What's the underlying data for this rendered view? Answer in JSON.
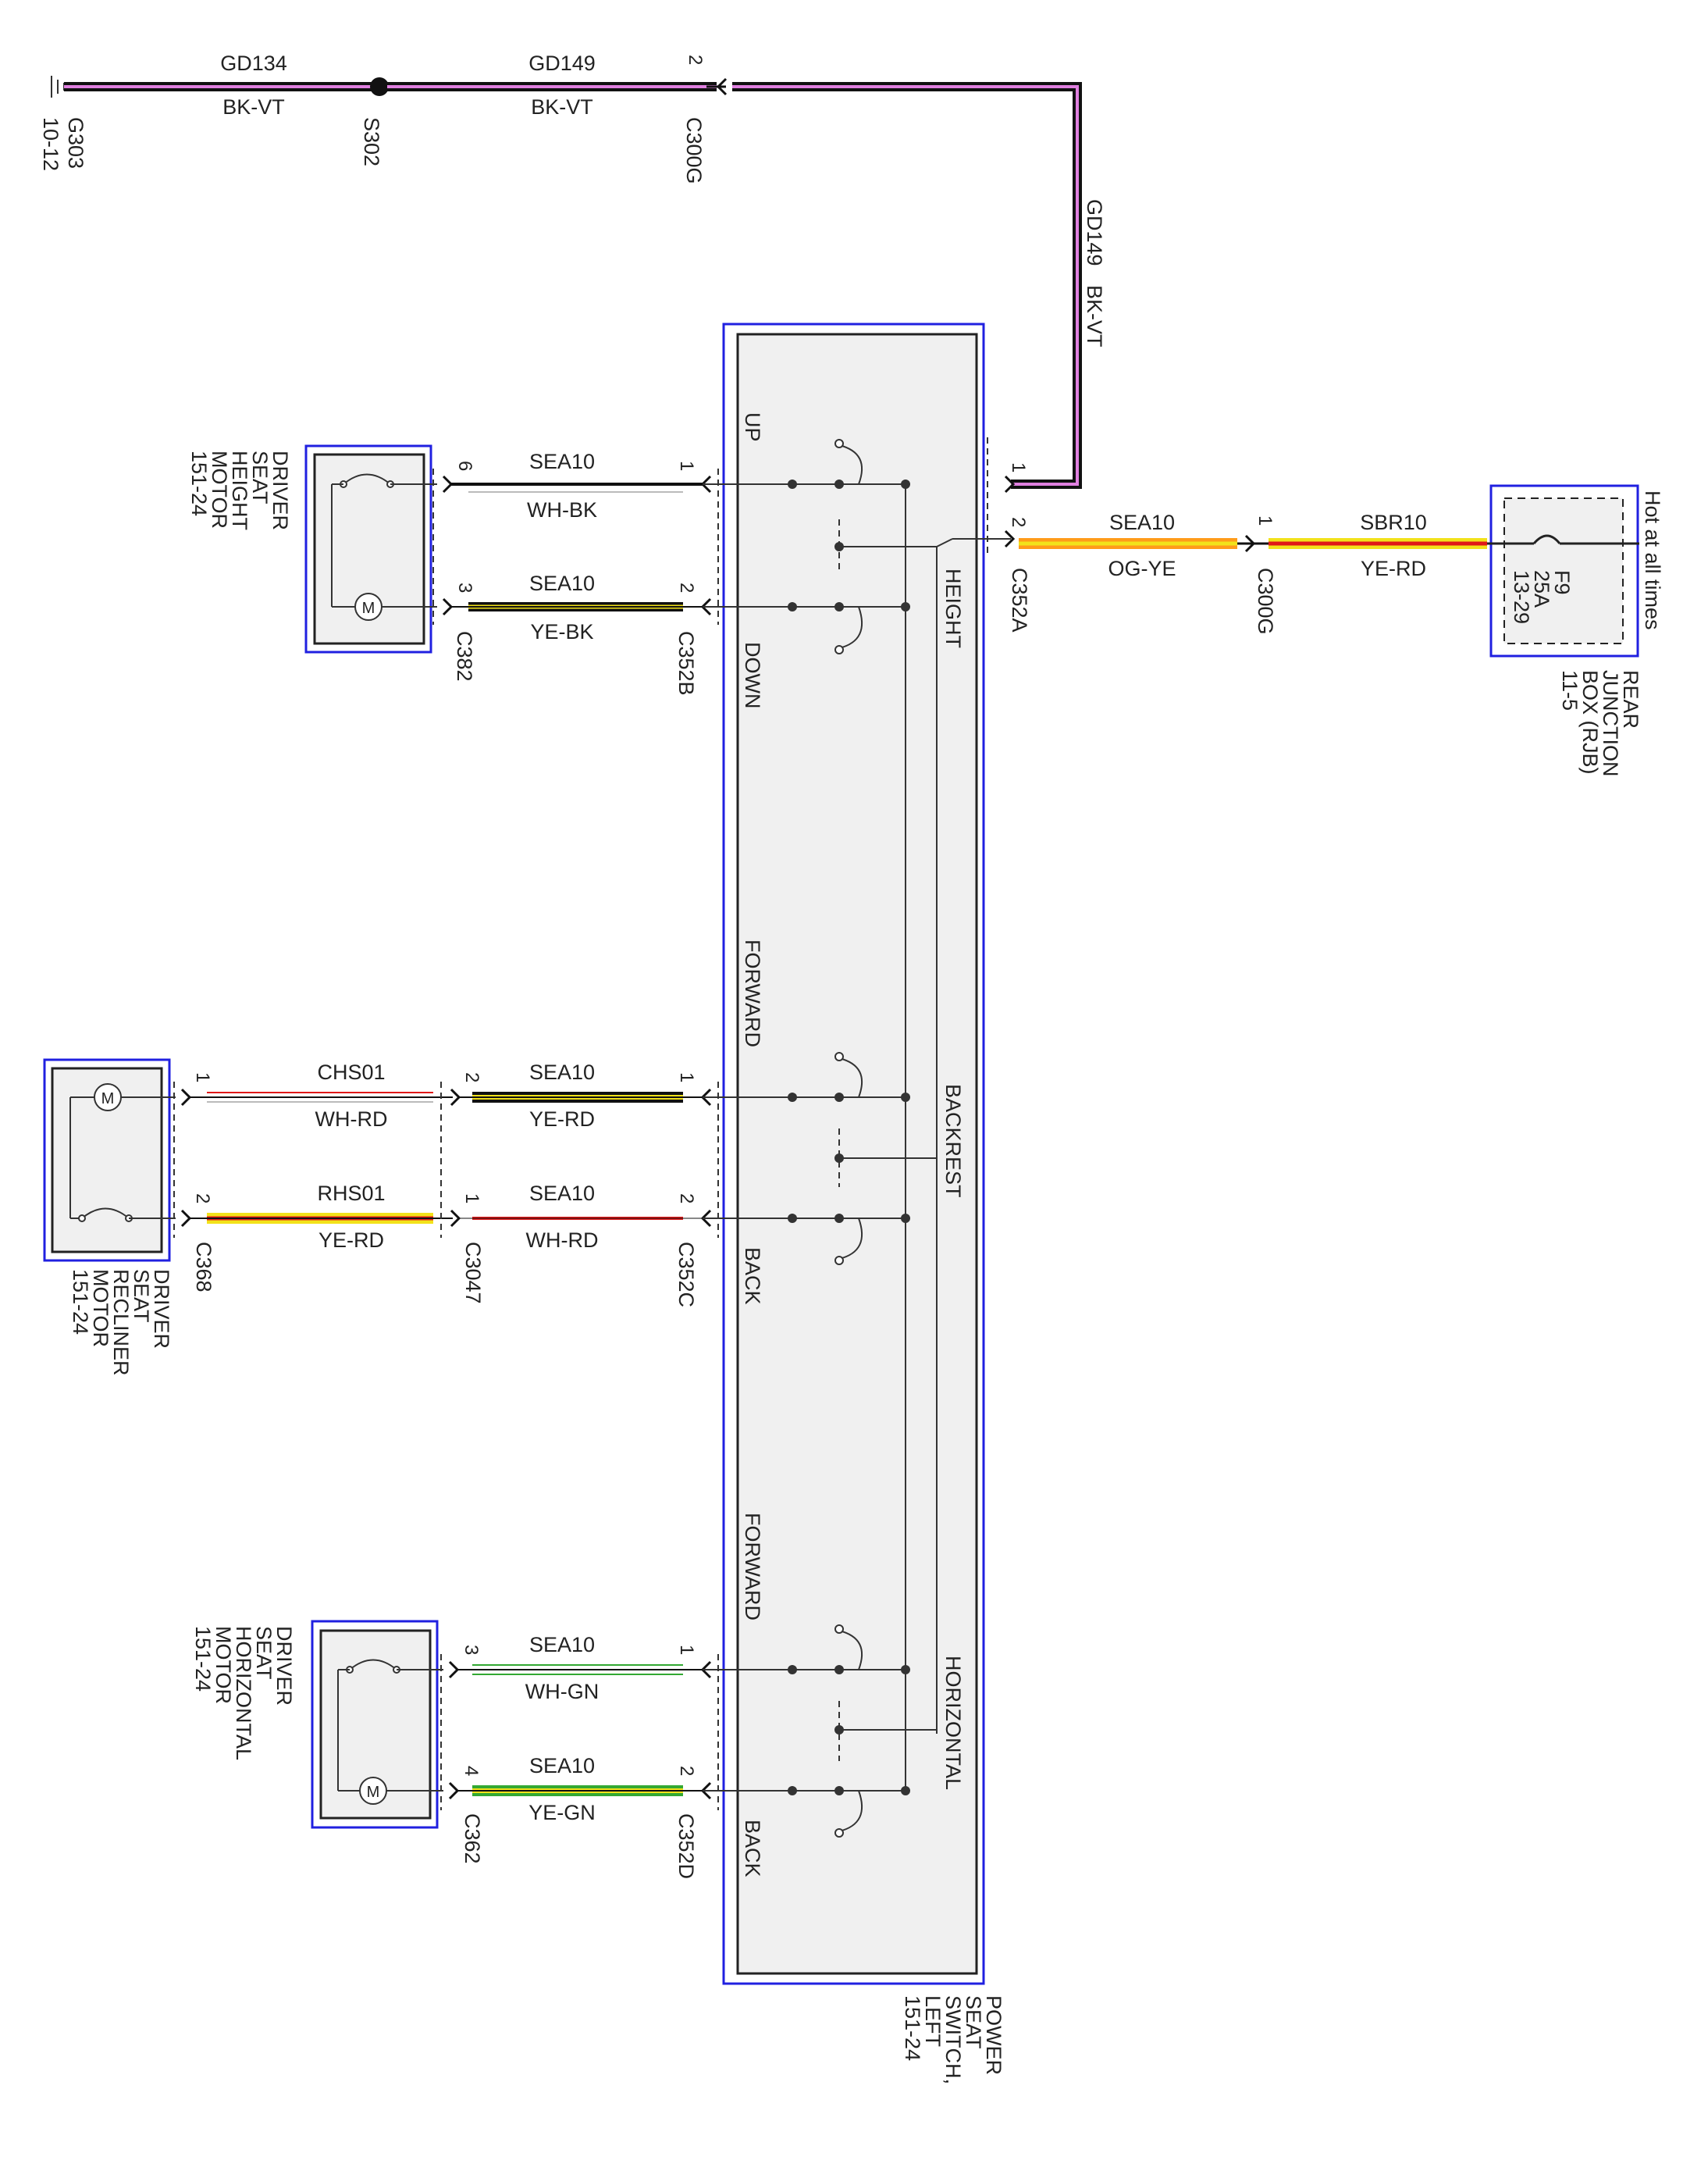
{
  "ground": {
    "name": "G303",
    "page_ref": "10-12",
    "splice": "S302",
    "circuit_1": "GD134",
    "circuit_1_color": "BK-VT",
    "circuit_2": "GD149",
    "circuit_2_color": "BK-VT",
    "connector": "C300G",
    "connector_pin": "2",
    "riser_circuit": "GD149",
    "riser_color": "BK-VT"
  },
  "height_motor": {
    "lines": [
      "DRIVER",
      "SEAT",
      "HEIGHT",
      "MOTOR",
      "151-24"
    ],
    "connector": "C382",
    "up_wire": {
      "circuit": "SEA10",
      "color": "WH-BK",
      "motor_pin": "6",
      "switch_pin": "1"
    },
    "down_wire": {
      "circuit": "SEA10",
      "color": "YE-BK",
      "motor_pin": "3",
      "switch_pin": "2"
    },
    "switch_connector": "C352B"
  },
  "recliner_motor": {
    "lines": [
      "DRIVER",
      "SEAT",
      "RECLINER",
      "MOTOR",
      "151-24"
    ],
    "connector": "C368",
    "inline_connector": "C3047",
    "switch_connector": "C352C",
    "fwd_wire": {
      "motor_circuit": "CHS01",
      "motor_color": "WH-RD",
      "motor_pin": "1",
      "inline_pin": "2",
      "circuit": "SEA10",
      "color": "YE-RD",
      "switch_pin": "1"
    },
    "back_wire": {
      "motor_circuit": "RHS01",
      "motor_color": "YE-RD",
      "motor_pin": "2",
      "inline_pin": "1",
      "circuit": "SEA10",
      "color": "WH-RD",
      "switch_pin": "2"
    }
  },
  "horizontal_motor": {
    "lines": [
      "DRIVER",
      "SEAT",
      "HORIZONTAL",
      "MOTOR",
      "151-24"
    ],
    "connector": "C362",
    "switch_connector": "C352D",
    "fwd_wire": {
      "circuit": "SEA10",
      "color": "WH-GN",
      "motor_pin": "3",
      "switch_pin": "1"
    },
    "back_wire": {
      "circuit": "SEA10",
      "color": "YE-GN",
      "motor_pin": "4",
      "switch_pin": "2"
    }
  },
  "switch": {
    "lines": [
      "POWER",
      "SEAT",
      "SWITCH,",
      "LEFT",
      "151-24"
    ],
    "connector_a": "C352A",
    "pin_a1": "1",
    "pin_a2": "2",
    "sections": {
      "height": {
        "name": "HEIGHT",
        "up": "UP",
        "down": "DOWN"
      },
      "backrest": {
        "name": "BACKREST",
        "forward": "FORWARD",
        "back": "BACK"
      },
      "horizontal": {
        "name": "HORIZONTAL",
        "forward": "FORWARD",
        "back": "BACK"
      }
    }
  },
  "feed": {
    "wire_1": {
      "circuit": "SEA10",
      "color": "OG-YE"
    },
    "wire_2": {
      "circuit": "SBR10",
      "color": "YE-RD"
    },
    "connector": "C300G",
    "connector_pin": "1",
    "fuse": {
      "name": "F9",
      "rating": "25A",
      "ref": "13-29"
    },
    "hot_label": "Hot at all times",
    "rjb_lines": [
      "REAR",
      "JUNCTION",
      "BOX (RJB)",
      "11-5"
    ]
  },
  "wire_colors": {
    "BK": "#111111",
    "VT": "#e080e0",
    "YE": "#f2e21a",
    "RD": "#e01818",
    "OG": "#ff9b1a",
    "WH": "#ffffff",
    "GN": "#33a833",
    "block_outline": "#2020e0"
  }
}
